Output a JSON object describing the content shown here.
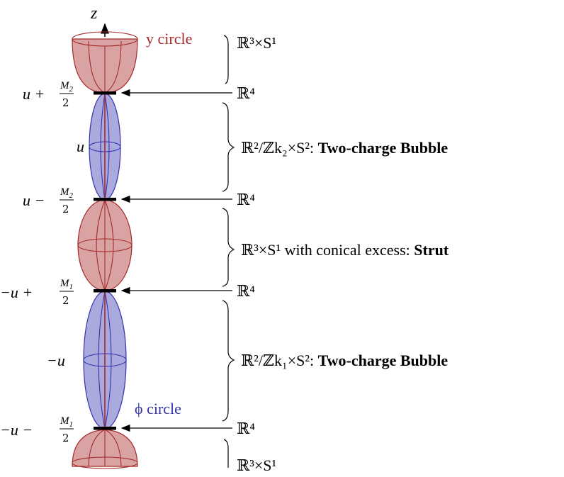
{
  "axis": {
    "label": "z"
  },
  "circles": {
    "y": "y circle",
    "phi": "ϕ circle"
  },
  "rod_labels": [
    {
      "id": "rod1",
      "text": "u + M₂/2"
    },
    {
      "id": "rod2",
      "text": "u − M₂/2"
    },
    {
      "id": "rod3",
      "text": "−u + M₁/2"
    },
    {
      "id": "rod4",
      "text": "−u − M₁/2"
    }
  ],
  "center_labels": {
    "upper_bubble": "u",
    "lower_bubble": "−u"
  },
  "arrow_targets": [
    "ℝ⁴",
    "ℝ⁴",
    "ℝ⁴",
    "ℝ⁴"
  ],
  "region_labels": [
    {
      "id": "top",
      "text": "ℝ³×S¹",
      "bold": ""
    },
    {
      "id": "bubble2",
      "text": "ℝ²/ℤk₂×S²: ",
      "bold": "Two-charge Bubble"
    },
    {
      "id": "strut",
      "text": "ℝ³×S¹ with conical excess: ",
      "bold": "Strut"
    },
    {
      "id": "bubble1",
      "text": "ℝ²/ℤk₁×S²: ",
      "bold": "Two-charge Bubble"
    },
    {
      "id": "bottom",
      "text": "ℝ³×S¹",
      "bold": ""
    }
  ],
  "colors": {
    "red_fill": "#d9a3a3",
    "red_stroke": "#a52a2a",
    "blue_fill": "#aaaadf",
    "blue_stroke": "#3333aa"
  }
}
